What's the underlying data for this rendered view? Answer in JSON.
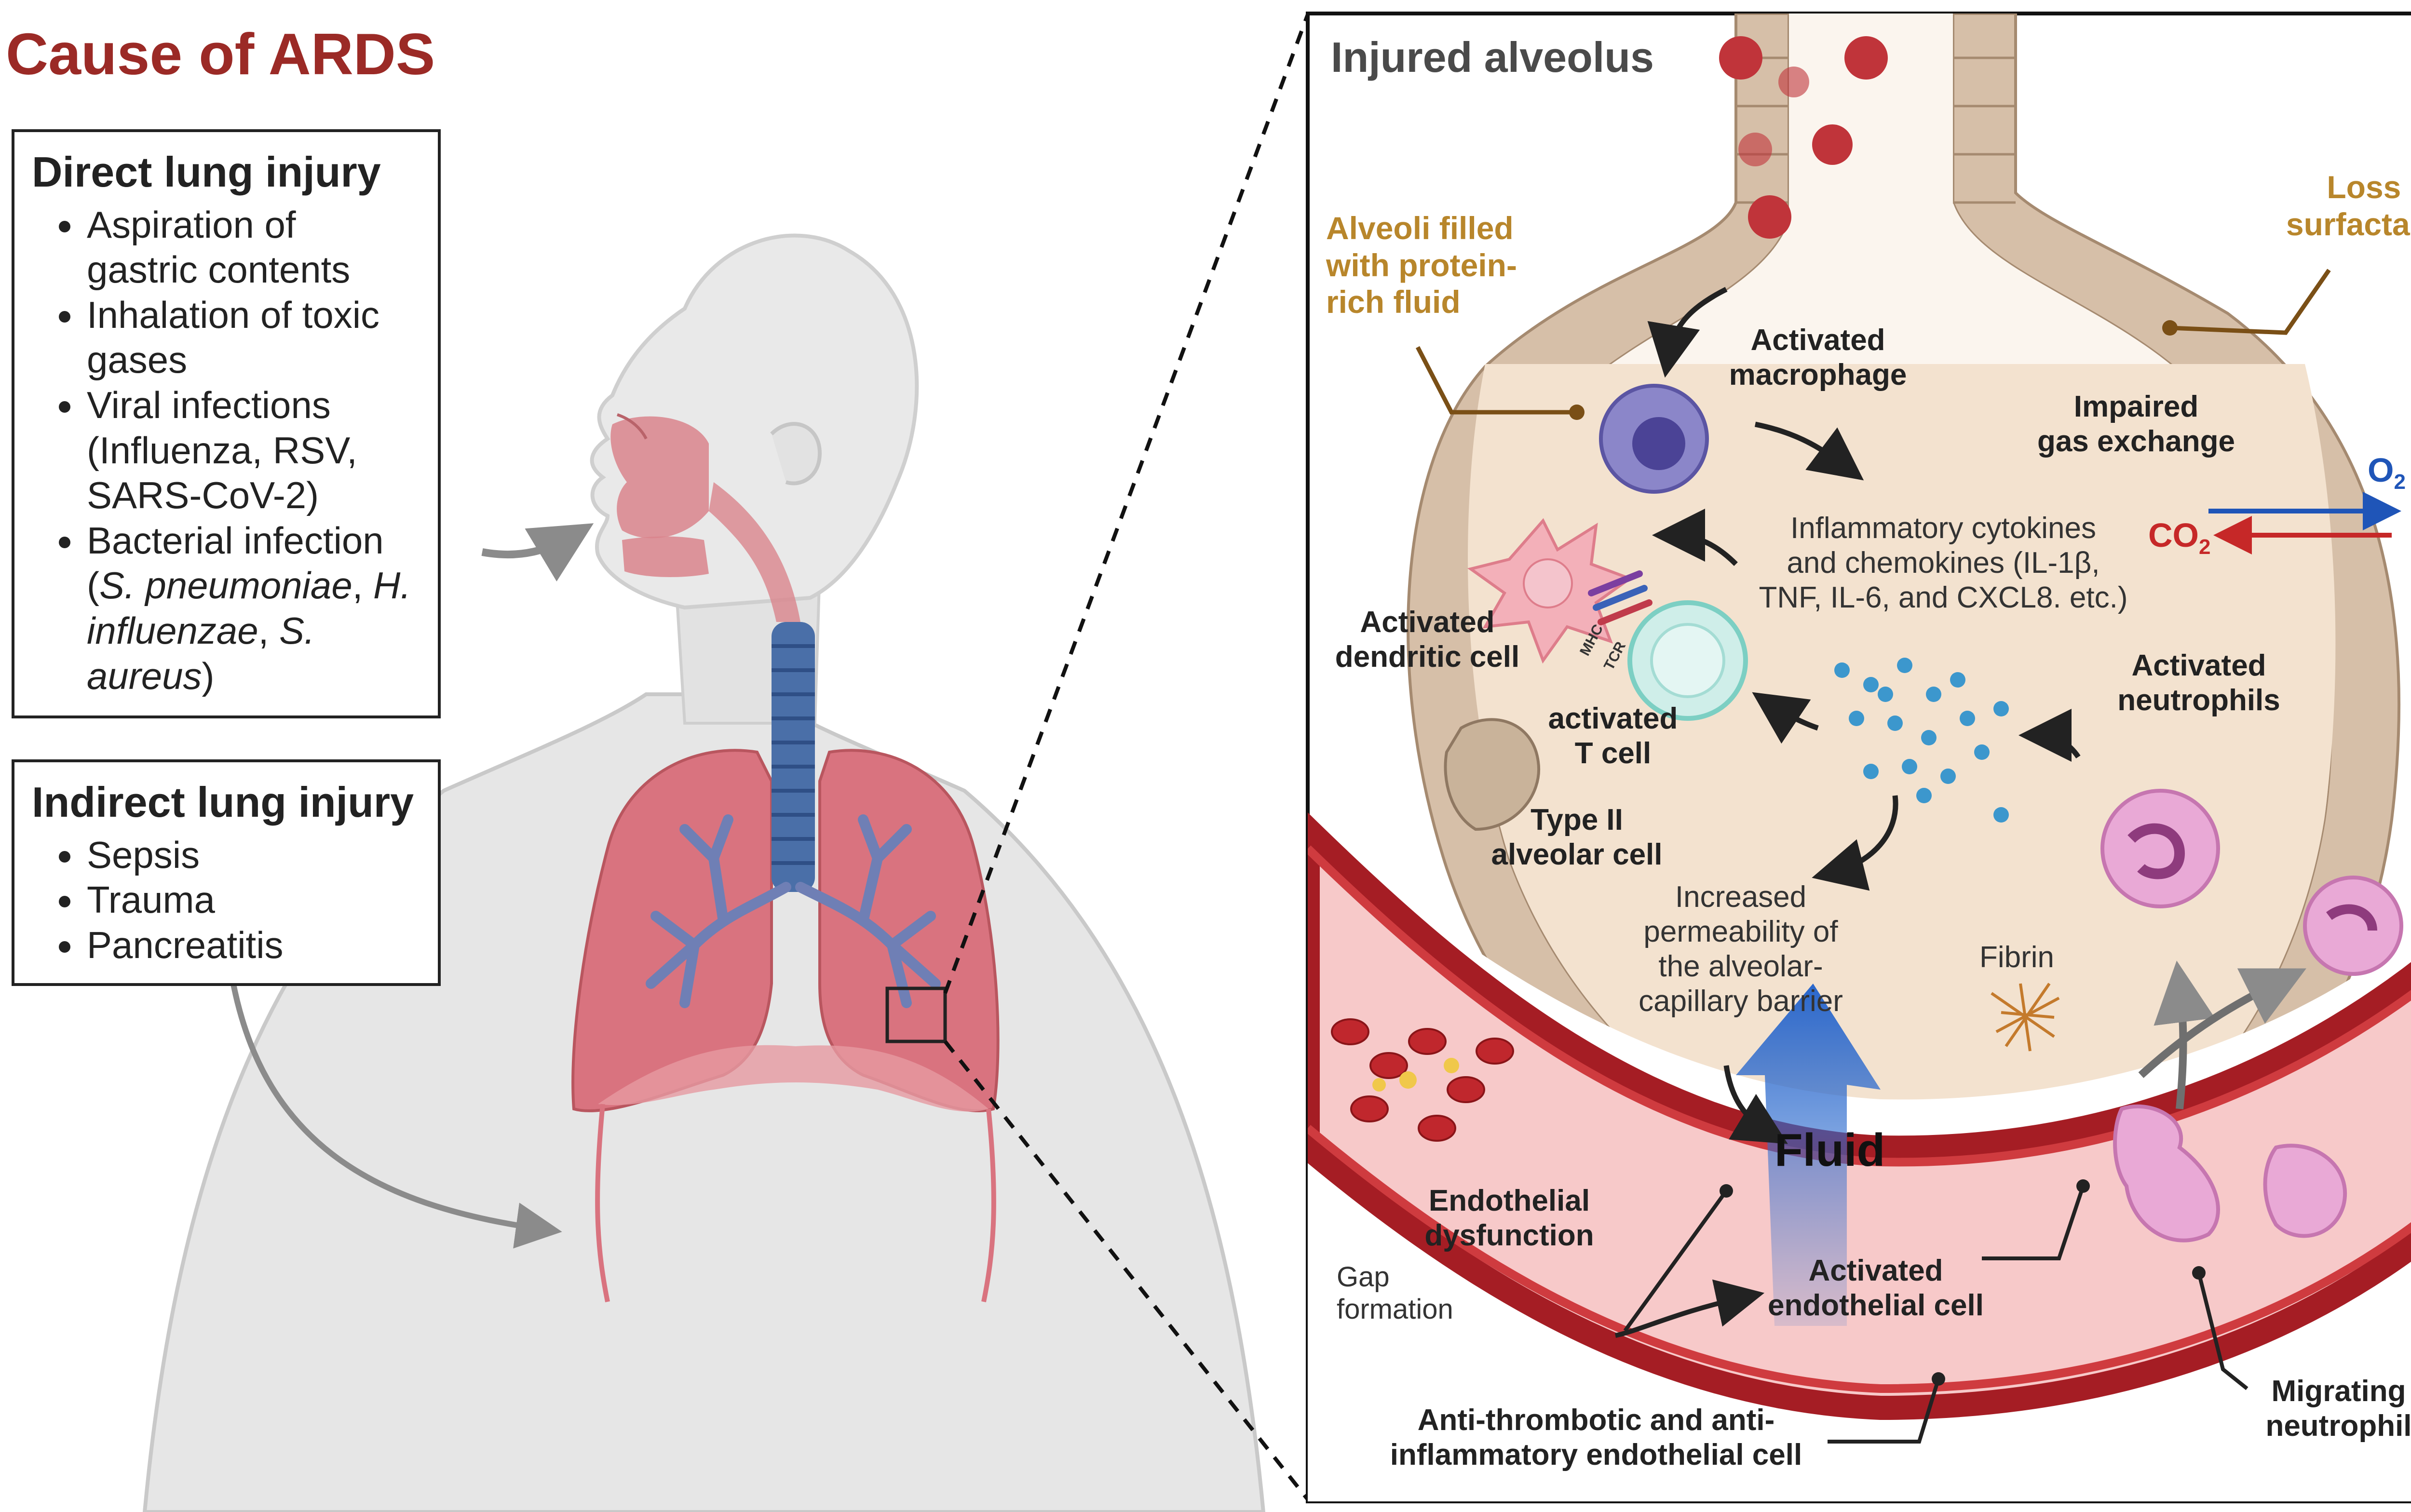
{
  "title": "Cause of ARDS",
  "direct": {
    "heading": "Direct lung injury",
    "items": [
      "Aspiration of gastric contents",
      "Inhalation of toxic gases",
      "Viral infections (Influenza, RSV, SARS-CoV-2)",
      "Bacterial infection (S. pneumoniae, H. influenzae, S. aureus)"
    ],
    "lines": {
      "i0a": "Aspiration of",
      "i0b": "gastric contents",
      "i1a": "Inhalation of toxic",
      "i1b": "gases",
      "i2a": "Viral infections",
      "i2b": "(Influenza, RSV,",
      "i2c": "SARS-CoV-2)",
      "i3a": "Bacterial infection",
      "i3b_open": "(",
      "i3b_sp1": "S. pneumoniae",
      "i3b_mid": ", ",
      "i3b_sp2": "H.",
      "i3c_sp": "influenzae",
      "i3c_rest": ", ",
      "i3c_sp3": "S.",
      "i3d_sp": "aureus",
      "i3d_close": ")"
    }
  },
  "indirect": {
    "heading": "Indirect lung injury",
    "items": [
      "Sepsis",
      "Trauma",
      "Pancreatitis"
    ]
  },
  "panel": {
    "title": "Injured alveolus",
    "alveoli_filled": [
      "Alveoli filled",
      "with protein-",
      "rich fluid"
    ],
    "loss_surfactant": [
      "Loss of",
      "surfactant"
    ],
    "activated_macrophage": [
      "Activated",
      "macrophage"
    ],
    "impaired_gas": [
      "Impaired",
      "gas exchange"
    ],
    "o2": "O",
    "o2_sub": "2",
    "co2": "CO",
    "co2_sub": "2",
    "cytokines": [
      "Inflammatory cytokines",
      "and chemokines (IL-1β,",
      "TNF, IL-6, and CXCL8. etc.)"
    ],
    "dendritic": [
      "Activated",
      "dendritic cell"
    ],
    "mhc": "MHC",
    "tcr": "TCR",
    "tcell": [
      "activated",
      "T cell"
    ],
    "neutrophils": [
      "Activated",
      "neutrophils"
    ],
    "type2": [
      "Type II",
      "alveolar cell"
    ],
    "permeability": [
      "Increased",
      "permeability of",
      "the alveolar-",
      "capillary barrier"
    ],
    "fibrin": "Fibrin",
    "fluid": "Fluid",
    "endothelial_dys": [
      "Endothelial",
      "dysfunction"
    ],
    "gap": [
      "Gap",
      "formation"
    ],
    "activated_endo": [
      "Activated",
      "endothelial cell"
    ],
    "migrating": [
      "Migrating",
      "neutrophil"
    ],
    "anti": [
      "Anti-thrombotic and anti-",
      "inflammatory endothelial cell"
    ]
  },
  "colors": {
    "title_red": "#9b2a26",
    "gold_label": "#b8862b",
    "o2_blue": "#1f55b8",
    "co2_red": "#c62828",
    "vessel_red": "#a51d24",
    "lung_pink": "#d9737f",
    "trachea_blue": "#4a6fa8",
    "alveolus_fill": "#f6ebdd",
    "cytokine_blue": "#3c97cd"
  }
}
